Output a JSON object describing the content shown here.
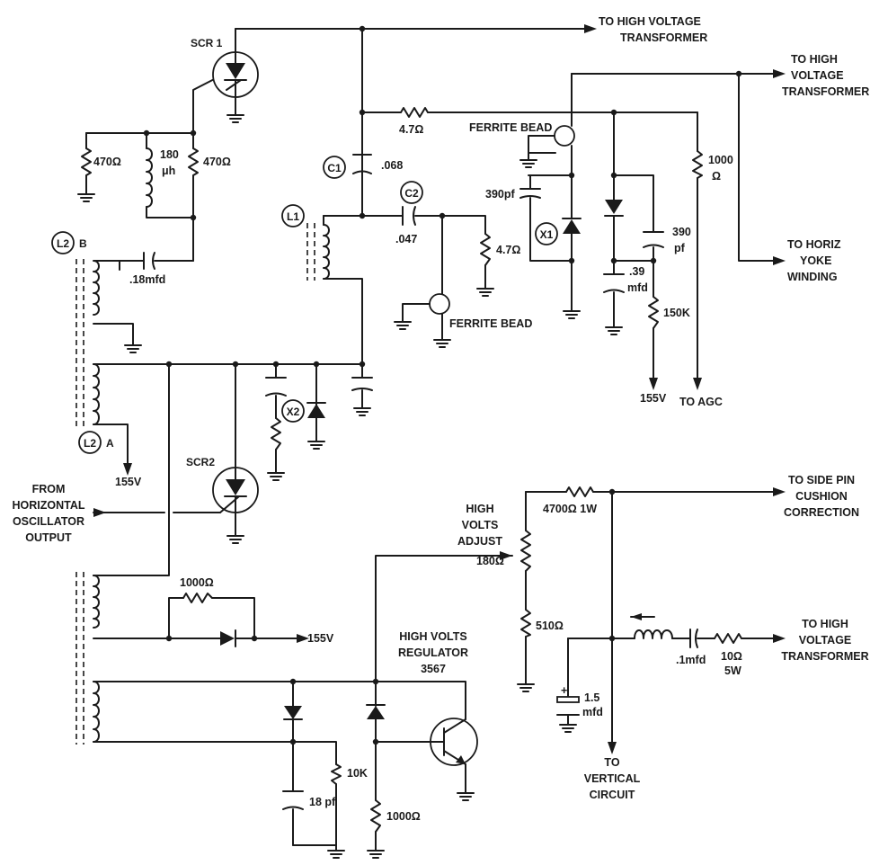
{
  "labels": {
    "to_hv_transformer_1": [
      "TO HIGH VOLTAGE",
      "TRANSFORMER"
    ],
    "to_hv_transformer_2": [
      "TO HIGH",
      "VOLTAGE",
      "TRANSFORMER"
    ],
    "to_horiz_yoke": [
      "TO HORIZ",
      "YOKE",
      "WINDING"
    ],
    "to_agc": "TO AGC",
    "v155_a": "155V",
    "v155_b": "155V",
    "v155_c": "155V",
    "ferrite_bead_top": "FERRITE BEAD",
    "ferrite_bead_bottom": "FERRITE BEAD",
    "from_horiz_osc": [
      "FROM",
      "HORIZONTAL",
      "OSCILLATOR",
      "OUTPUT"
    ],
    "high_volts_adjust": [
      "HIGH",
      "VOLTS",
      "ADJUST"
    ],
    "high_volts_regulator": [
      "HIGH VOLTS",
      "REGULATOR",
      "3567"
    ],
    "to_side_pin": [
      "TO SIDE PIN",
      "CUSHION",
      "CORRECTION"
    ],
    "to_hv_transformer_3": [
      "TO HIGH",
      "VOLTAGE",
      "TRANSFORMER"
    ],
    "to_vertical": [
      "TO",
      "VERTICAL",
      "CIRCUIT"
    ]
  },
  "refs": {
    "scr1": "SCR 1",
    "scr2": "SCR2",
    "c1": "C1",
    "c2": "C2",
    "l1": "L1",
    "l2b": "L2",
    "l2b_letter": "B",
    "l2a": "L2",
    "l2a_letter": "A",
    "x1": "X1",
    "x2": "X2"
  },
  "values": {
    "r470_left": "470Ω",
    "l180": [
      "180",
      "μh"
    ],
    "r470_right": "470Ω",
    "c18mfd": ".18mfd",
    "r4_7_top": "4.7Ω",
    "c068": ".068",
    "c047": ".047",
    "r4_7_mid": "4.7Ω",
    "c390pf_left": "390pf",
    "c390pf_right": [
      "390",
      "pf"
    ],
    "c39mfd": [
      ".39",
      "mfd"
    ],
    "r150k": "150K",
    "r1000_right": [
      "1000",
      "Ω"
    ],
    "r4700": "4700Ω 1W",
    "r180": "180Ω",
    "r510": "510Ω",
    "c1mfd": ".1mfd",
    "r10": [
      "10Ω",
      "5W"
    ],
    "c1_5mfd": [
      "1.5",
      "mfd"
    ],
    "r1000_diode": "1000Ω",
    "r10k": "10K",
    "c18pf": "18 pf",
    "r1000_bottom": "1000Ω"
  }
}
